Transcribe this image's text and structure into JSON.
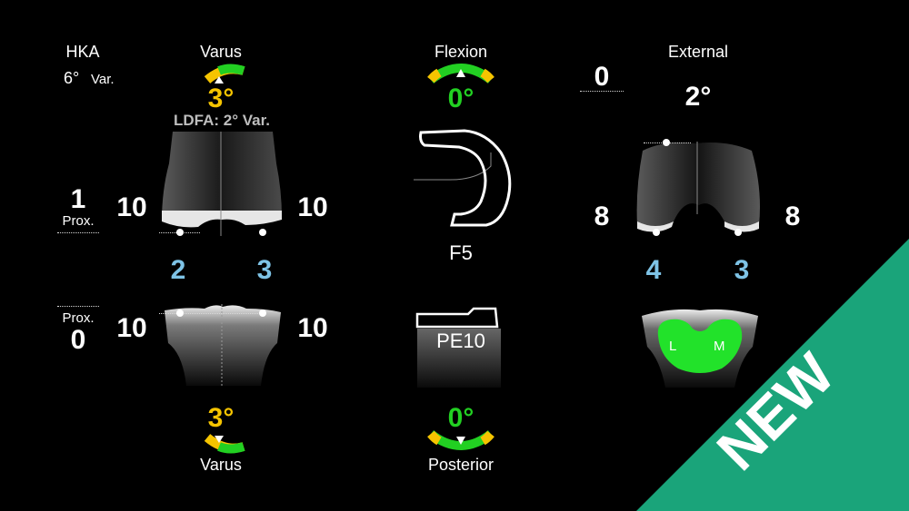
{
  "hka": {
    "label": "HKA",
    "value": "6°",
    "unit": "Var."
  },
  "femur": {
    "varus_top_label": "Varus",
    "varus_top_angle": "3°",
    "ldfa": "LDFA: 2° Var.",
    "resection_left": "10",
    "resection_right": "10",
    "gap_left": "2",
    "gap_right": "3"
  },
  "proximal_top": {
    "value": "1",
    "label": "Prox."
  },
  "proximal_bottom": {
    "label": "Prox.",
    "value": "0"
  },
  "tibia": {
    "resection_left": "10",
    "resection_right": "10",
    "varus_bottom_angle": "3°",
    "varus_bottom_label": "Varus"
  },
  "flexion": {
    "label": "Flexion",
    "angle": "0°",
    "femoral_component": "F5",
    "insert": "PE10",
    "posterior_angle": "0°",
    "posterior_label": "Posterior"
  },
  "rotation": {
    "label": "External",
    "ref_value": "0",
    "angle": "2°",
    "resection_left": "8",
    "resection_right": "8",
    "gap_left": "4",
    "gap_right": "3",
    "lateral_marker": "L",
    "medial_marker": "M"
  },
  "badge": {
    "text": "NEW",
    "color": "#1aa47a"
  },
  "colors": {
    "accent_green": "#22d022",
    "accent_yellow": "#f5c400",
    "gap_blue": "#7ec3e6"
  }
}
